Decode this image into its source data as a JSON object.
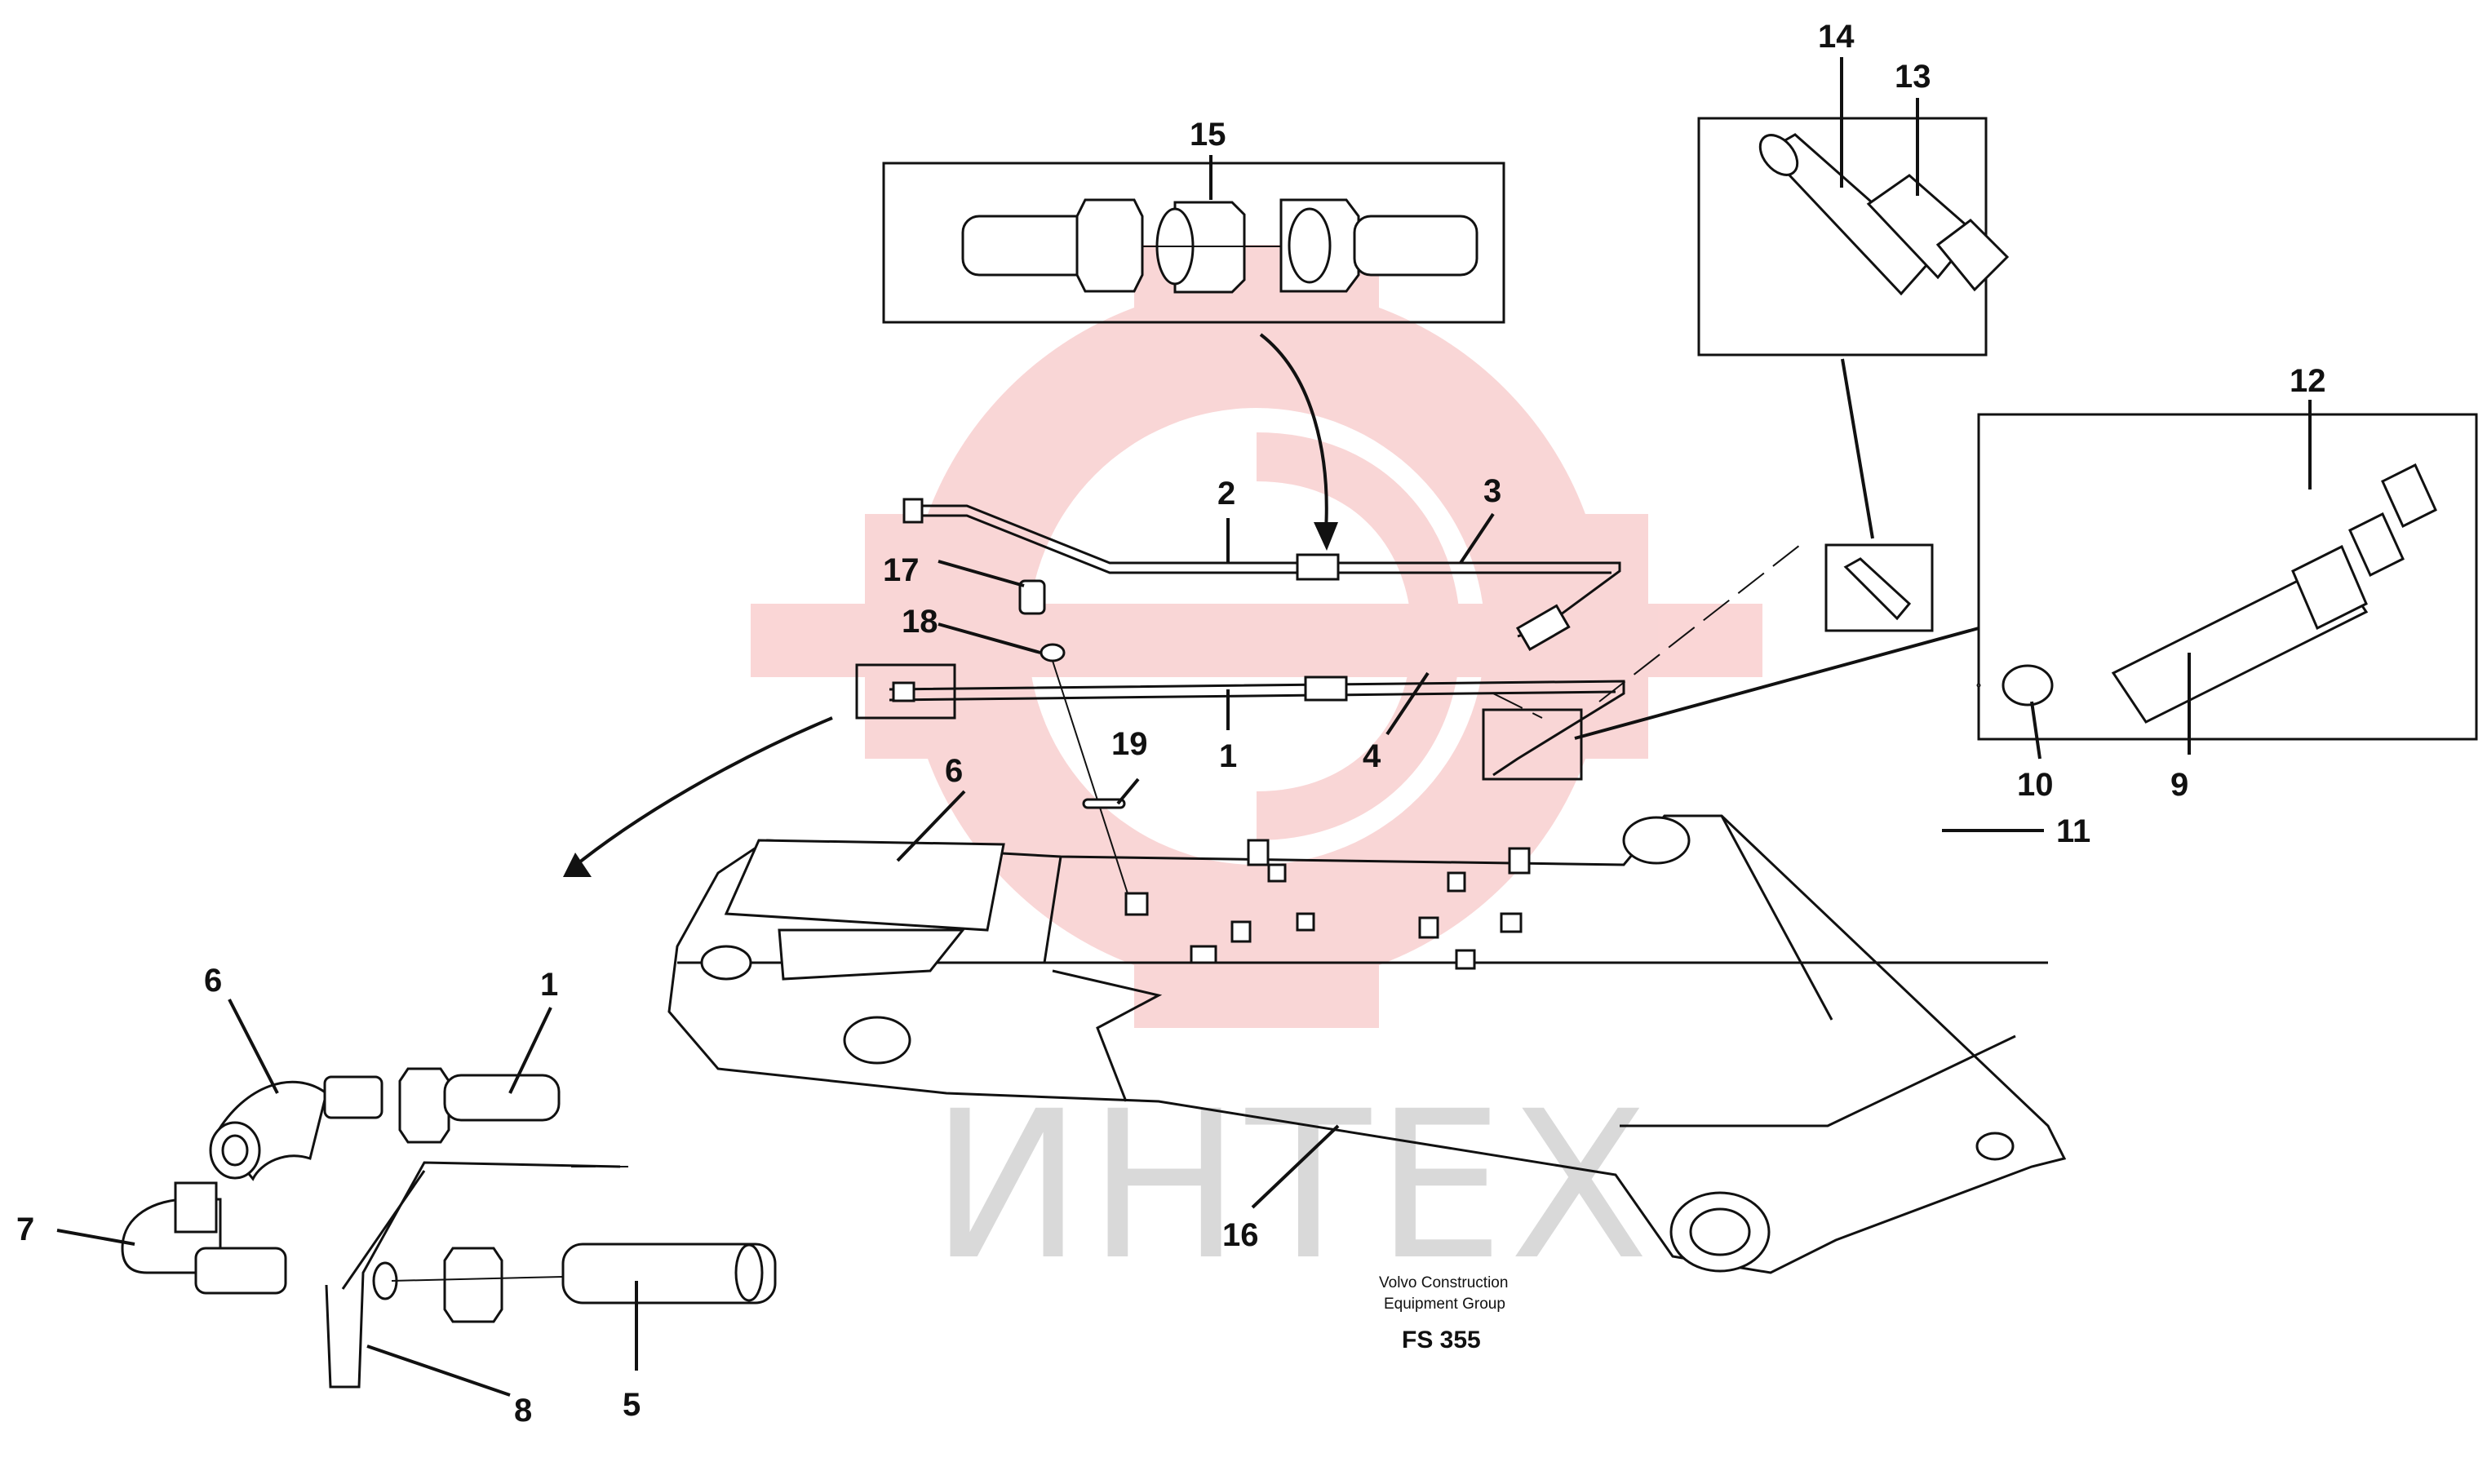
{
  "watermark": {
    "text": "ИНТЕХ",
    "color": "#f7c8c8"
  },
  "caption": {
    "line1": "Volvo Construction",
    "line2": "Equipment Group",
    "code": "FS 355"
  },
  "callouts": [
    {
      "id": "c15",
      "label": "15"
    },
    {
      "id": "c14",
      "label": "14"
    },
    {
      "id": "c13",
      "label": "13"
    },
    {
      "id": "c12",
      "label": "12"
    },
    {
      "id": "c2",
      "label": "2"
    },
    {
      "id": "c3",
      "label": "3"
    },
    {
      "id": "c17",
      "label": "17"
    },
    {
      "id": "c18",
      "label": "18"
    },
    {
      "id": "c1a",
      "label": "1"
    },
    {
      "id": "c4",
      "label": "4"
    },
    {
      "id": "c19",
      "label": "19"
    },
    {
      "id": "c6a",
      "label": "6"
    },
    {
      "id": "c10",
      "label": "10"
    },
    {
      "id": "c9",
      "label": "9"
    },
    {
      "id": "c11",
      "label": "11"
    },
    {
      "id": "c6b",
      "label": "6"
    },
    {
      "id": "c1b",
      "label": "1"
    },
    {
      "id": "c7",
      "label": "7"
    },
    {
      "id": "c8",
      "label": "8"
    },
    {
      "id": "c5",
      "label": "5"
    },
    {
      "id": "c16",
      "label": "16"
    }
  ]
}
